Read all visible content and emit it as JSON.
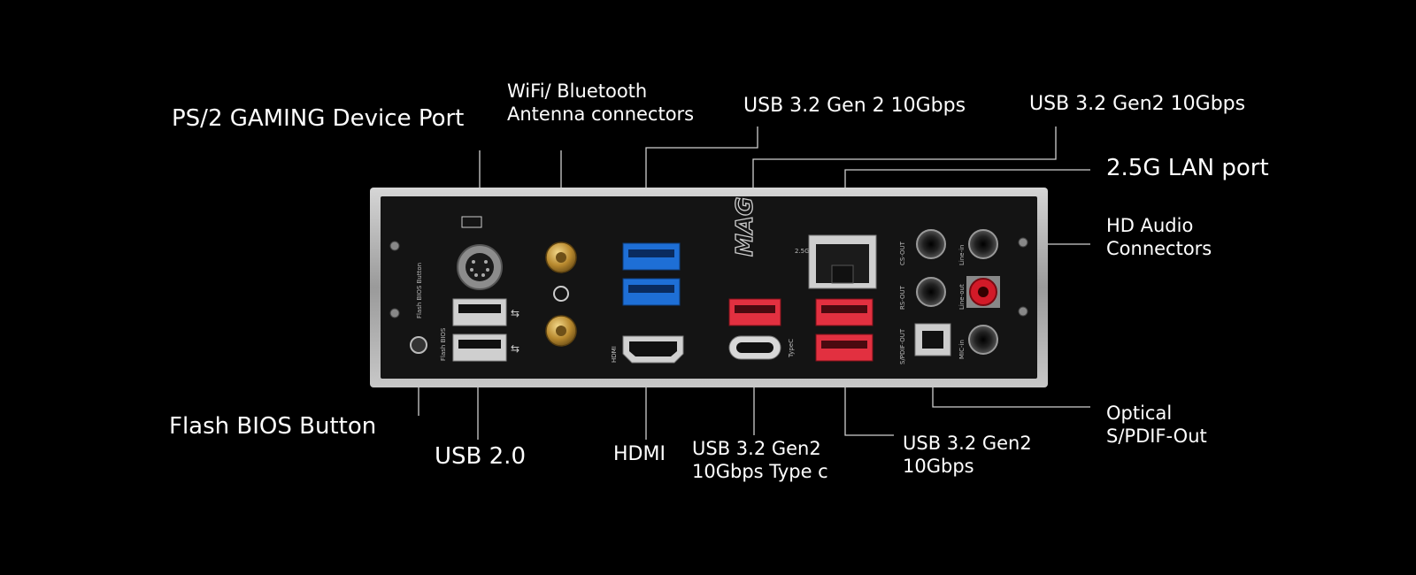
{
  "labels": {
    "ps2": "PS/2 GAMING Device Port",
    "wifi_line1": "WiFi/ Bluetooth",
    "wifi_line2": "Antenna connectors",
    "usb_gen2_top_left": "USB 3.2 Gen 2 10Gbps",
    "usb_gen2_top_right": "USB 3.2 Gen2 10Gbps",
    "lan": "2.5G LAN port",
    "audio_line1": "HD Audio",
    "audio_line2": "Connectors",
    "flash_bios": "Flash BIOS Button",
    "usb20": "USB 2.0",
    "hdmi": "HDMI",
    "typec_line1": "USB 3.2 Gen2",
    "typec_line2": "10Gbps Type c",
    "usb_gen2_bottom_line1": "USB 3.2 Gen2",
    "usb_gen2_bottom_line2": "10Gbps",
    "optical_line1": "Optical",
    "optical_line2": "S/PDIF-Out"
  },
  "plate": {
    "brand": "MAG",
    "flash_bios_text": "Flash BIOS Button",
    "flash_bios_small": "Flash BIOS",
    "hdmi_text": "HDMI",
    "typec_text": "TypeC",
    "lan_text": "2.5G",
    "cs_out": "CS-OUT",
    "rs_out": "RS-OUT",
    "spdif_out": "S/PDIF-OUT",
    "line_in": "Line-in",
    "line_out": "Line-out",
    "mic_in": "MIC-in"
  },
  "colors": {
    "background": "#000000",
    "plate_frame": "#b8b8b8",
    "plate_face": "#151515",
    "usb_blue": "#1e6fd6",
    "usb_red": "#e23040",
    "antenna_gold": "#c9a24a",
    "leader_line": "#cccccc"
  }
}
